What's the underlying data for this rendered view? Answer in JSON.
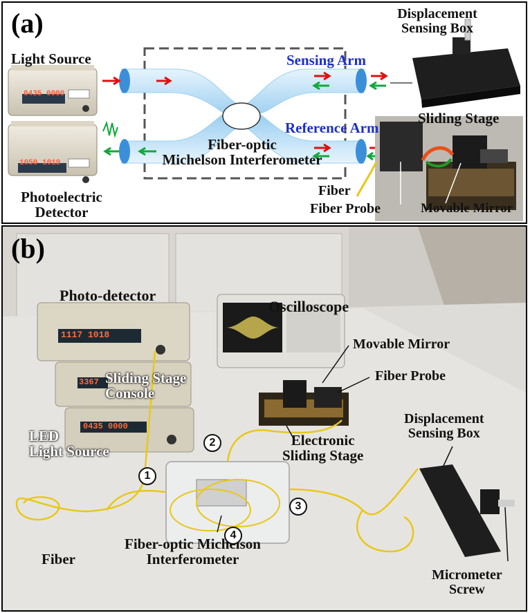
{
  "panel_a": {
    "letter": "(a)",
    "light_source": "Light Source",
    "photoelectric_detector_line1": "Photoelectric",
    "photoelectric_detector_line2": "Detector",
    "sensing_arm": "Sensing Arm",
    "reference_arm": "Reference Arm",
    "interferometer_line1": "Fiber-optic",
    "interferometer_line2": "Michelson Interferometer",
    "displacement_box_line1": "Displacement",
    "displacement_box_line2": "Sensing Box",
    "sliding_stage": "Sliding Stage",
    "fiber": "Fiber",
    "fiber_probe": "Fiber Probe",
    "movable_mirror": "Movable Mirror",
    "device_readouts": {
      "light_source": "0435 0000",
      "detector": "1050 1019"
    }
  },
  "panel_b": {
    "letter": "(b)",
    "photo_detector": "Photo-detector",
    "oscilloscope": "Oscilloscope",
    "movable_mirror": "Movable Mirror",
    "fiber_probe": "Fiber Probe",
    "sliding_stage_console_line1": "Sliding Stage",
    "sliding_stage_console_line2": "Console",
    "led_light_source_line1": "LED",
    "led_light_source_line2": "Light Source",
    "electronic_sliding_stage_line1": "Electronic",
    "electronic_sliding_stage_line2": "Sliding Stage",
    "displacement_box_line1": "Displacement",
    "displacement_box_line2": "Sensing Box",
    "fiber": "Fiber",
    "interferometer_line1": "Fiber-optic Michelson",
    "interferometer_line2": "Interferometer",
    "micrometer_line1": "Micrometer",
    "micrometer_line2": "Screw",
    "ports": [
      "1",
      "2",
      "3",
      "4"
    ],
    "device_readouts": {
      "photo_detector": "1117 1018",
      "console": "3367",
      "led_source": "0435 0000"
    }
  },
  "colors": {
    "arrow_red": "#e01010",
    "arrow_green": "#12a83a",
    "label_blue": "#1c2fc8",
    "fiber_yellow": "#e8c818",
    "fiber_blue": "#a9d6f2"
  }
}
